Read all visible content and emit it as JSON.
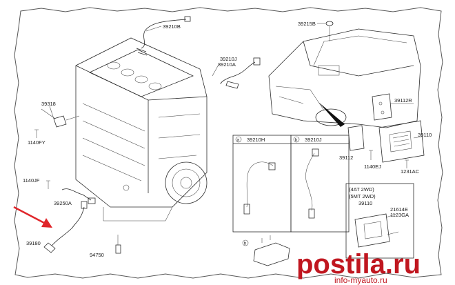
{
  "labels": {
    "p39210B": "39210B",
    "p39210J_a": "39210J",
    "p39210A": "39210A",
    "p39215B": "39215B",
    "p39318": "39318",
    "p1140FY": "1140FY",
    "p1140JF": "1140JF",
    "p39250A": "39250A",
    "p39180": "39180",
    "p94750": "94750",
    "p39112R": "39112R",
    "p39110_top": "39110",
    "p39112": "39112",
    "p1140EJ": "1140EJ",
    "p1231AC": "1231AC",
    "callout_a": "a",
    "callout_b": "b",
    "callout_b2": "b",
    "box_a_part": "39210H",
    "box_b_part": "39210J",
    "variant_1": "(4AT 2WD)",
    "variant_2": "(5MT 2WD)",
    "variant_part": "39110",
    "p21614E": "21614E",
    "p1123GA": "1123GA"
  },
  "watermark": {
    "main": "postila.ru",
    "sub": "info-myauto.ru"
  },
  "colors": {
    "arrow": "#e0262b",
    "watermark": "#c0161f",
    "ink": "#2a2a2a"
  }
}
